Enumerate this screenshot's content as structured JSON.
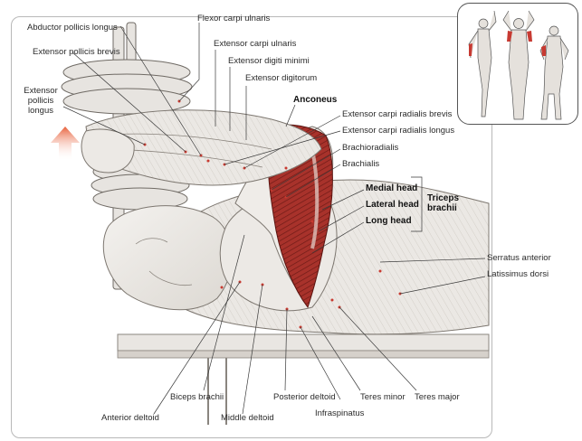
{
  "labels": {
    "abductor_pollicis_longus": "Abductor pollicis longus",
    "extensor_pollicis_brevis": "Extensor pollicis brevis",
    "extensor_pollicis_longus": "Extensor pollicis longus",
    "flexor_carpi_ulnaris": "Flexor carpi ulnaris",
    "extensor_carpi_ulnaris": "Extensor carpi ulnaris",
    "extensor_digiti_minimi": "Extensor digiti minimi",
    "extensor_digitorum": "Extensor digitorum",
    "anconeus": "Anconeus",
    "extensor_carpi_radialis_brevis": "Extensor carpi radialis brevis",
    "extensor_carpi_radialis_longus": "Extensor carpi radialis longus",
    "brachioradialis": "Brachioradialis",
    "brachialis": "Brachialis",
    "medial_head": "Medial head",
    "lateral_head": "Lateral head",
    "long_head": "Long head",
    "triceps_brachii": "Triceps brachii",
    "serratus_anterior": "Serratus anterior",
    "latissimus_dorsi": "Latissimus dorsi",
    "anterior_deltoid": "Anterior deltoid",
    "biceps_brachii": "Biceps brachii",
    "middle_deltoid": "Middle deltoid",
    "posterior_deltoid": "Posterior deltoid",
    "infraspinatus": "Infraspinatus",
    "teres_minor": "Teres minor",
    "teres_major": "Teres major"
  },
  "colors": {
    "muscle_highlight": "#a8322b",
    "muscle_dark": "#6e1a16",
    "arrow": "#e8603a",
    "line": "#3a3a3a",
    "skin": "#f1efec"
  }
}
